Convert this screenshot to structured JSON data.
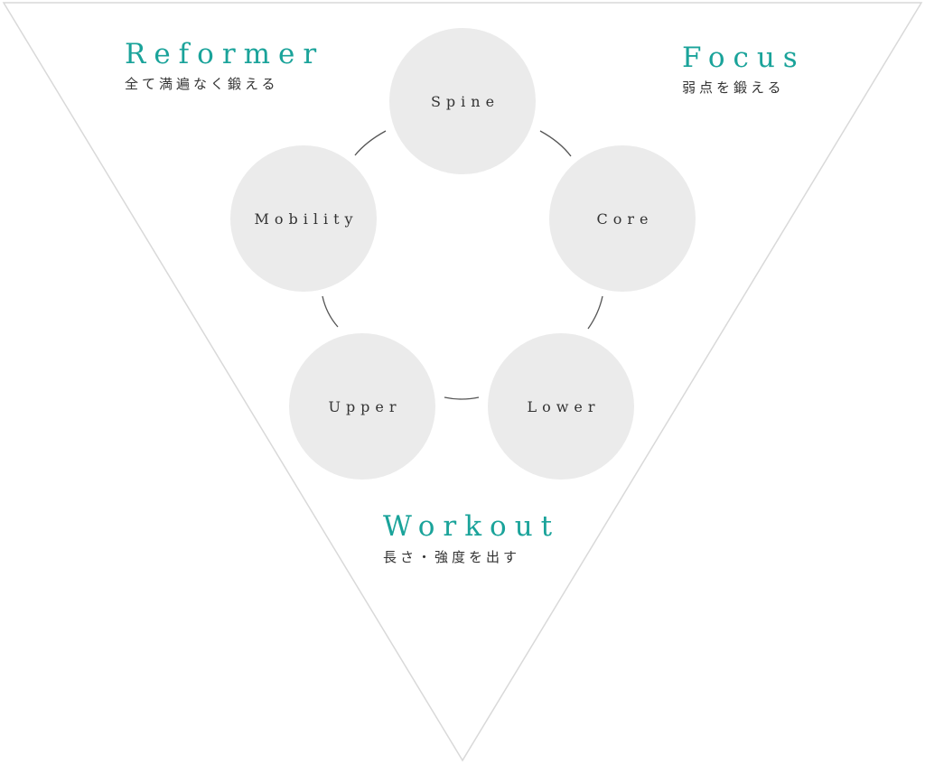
{
  "colors": {
    "accent": "#1aa39a",
    "text": "#333333",
    "node_fill": "#ebebeb",
    "outline": "#d9d9d9",
    "connector": "#555555"
  },
  "corners": {
    "reformer": {
      "title": "Reformer",
      "subtitle": "全て満遍なく鍛える"
    },
    "focus": {
      "title": "Focus",
      "subtitle": "弱点を鍛える"
    },
    "workout": {
      "title": "Workout",
      "subtitle": "長さ・強度を出す"
    }
  },
  "cycle": {
    "nodes": [
      "Spine",
      "Core",
      "Lower",
      "Upper",
      "Mobility"
    ]
  }
}
